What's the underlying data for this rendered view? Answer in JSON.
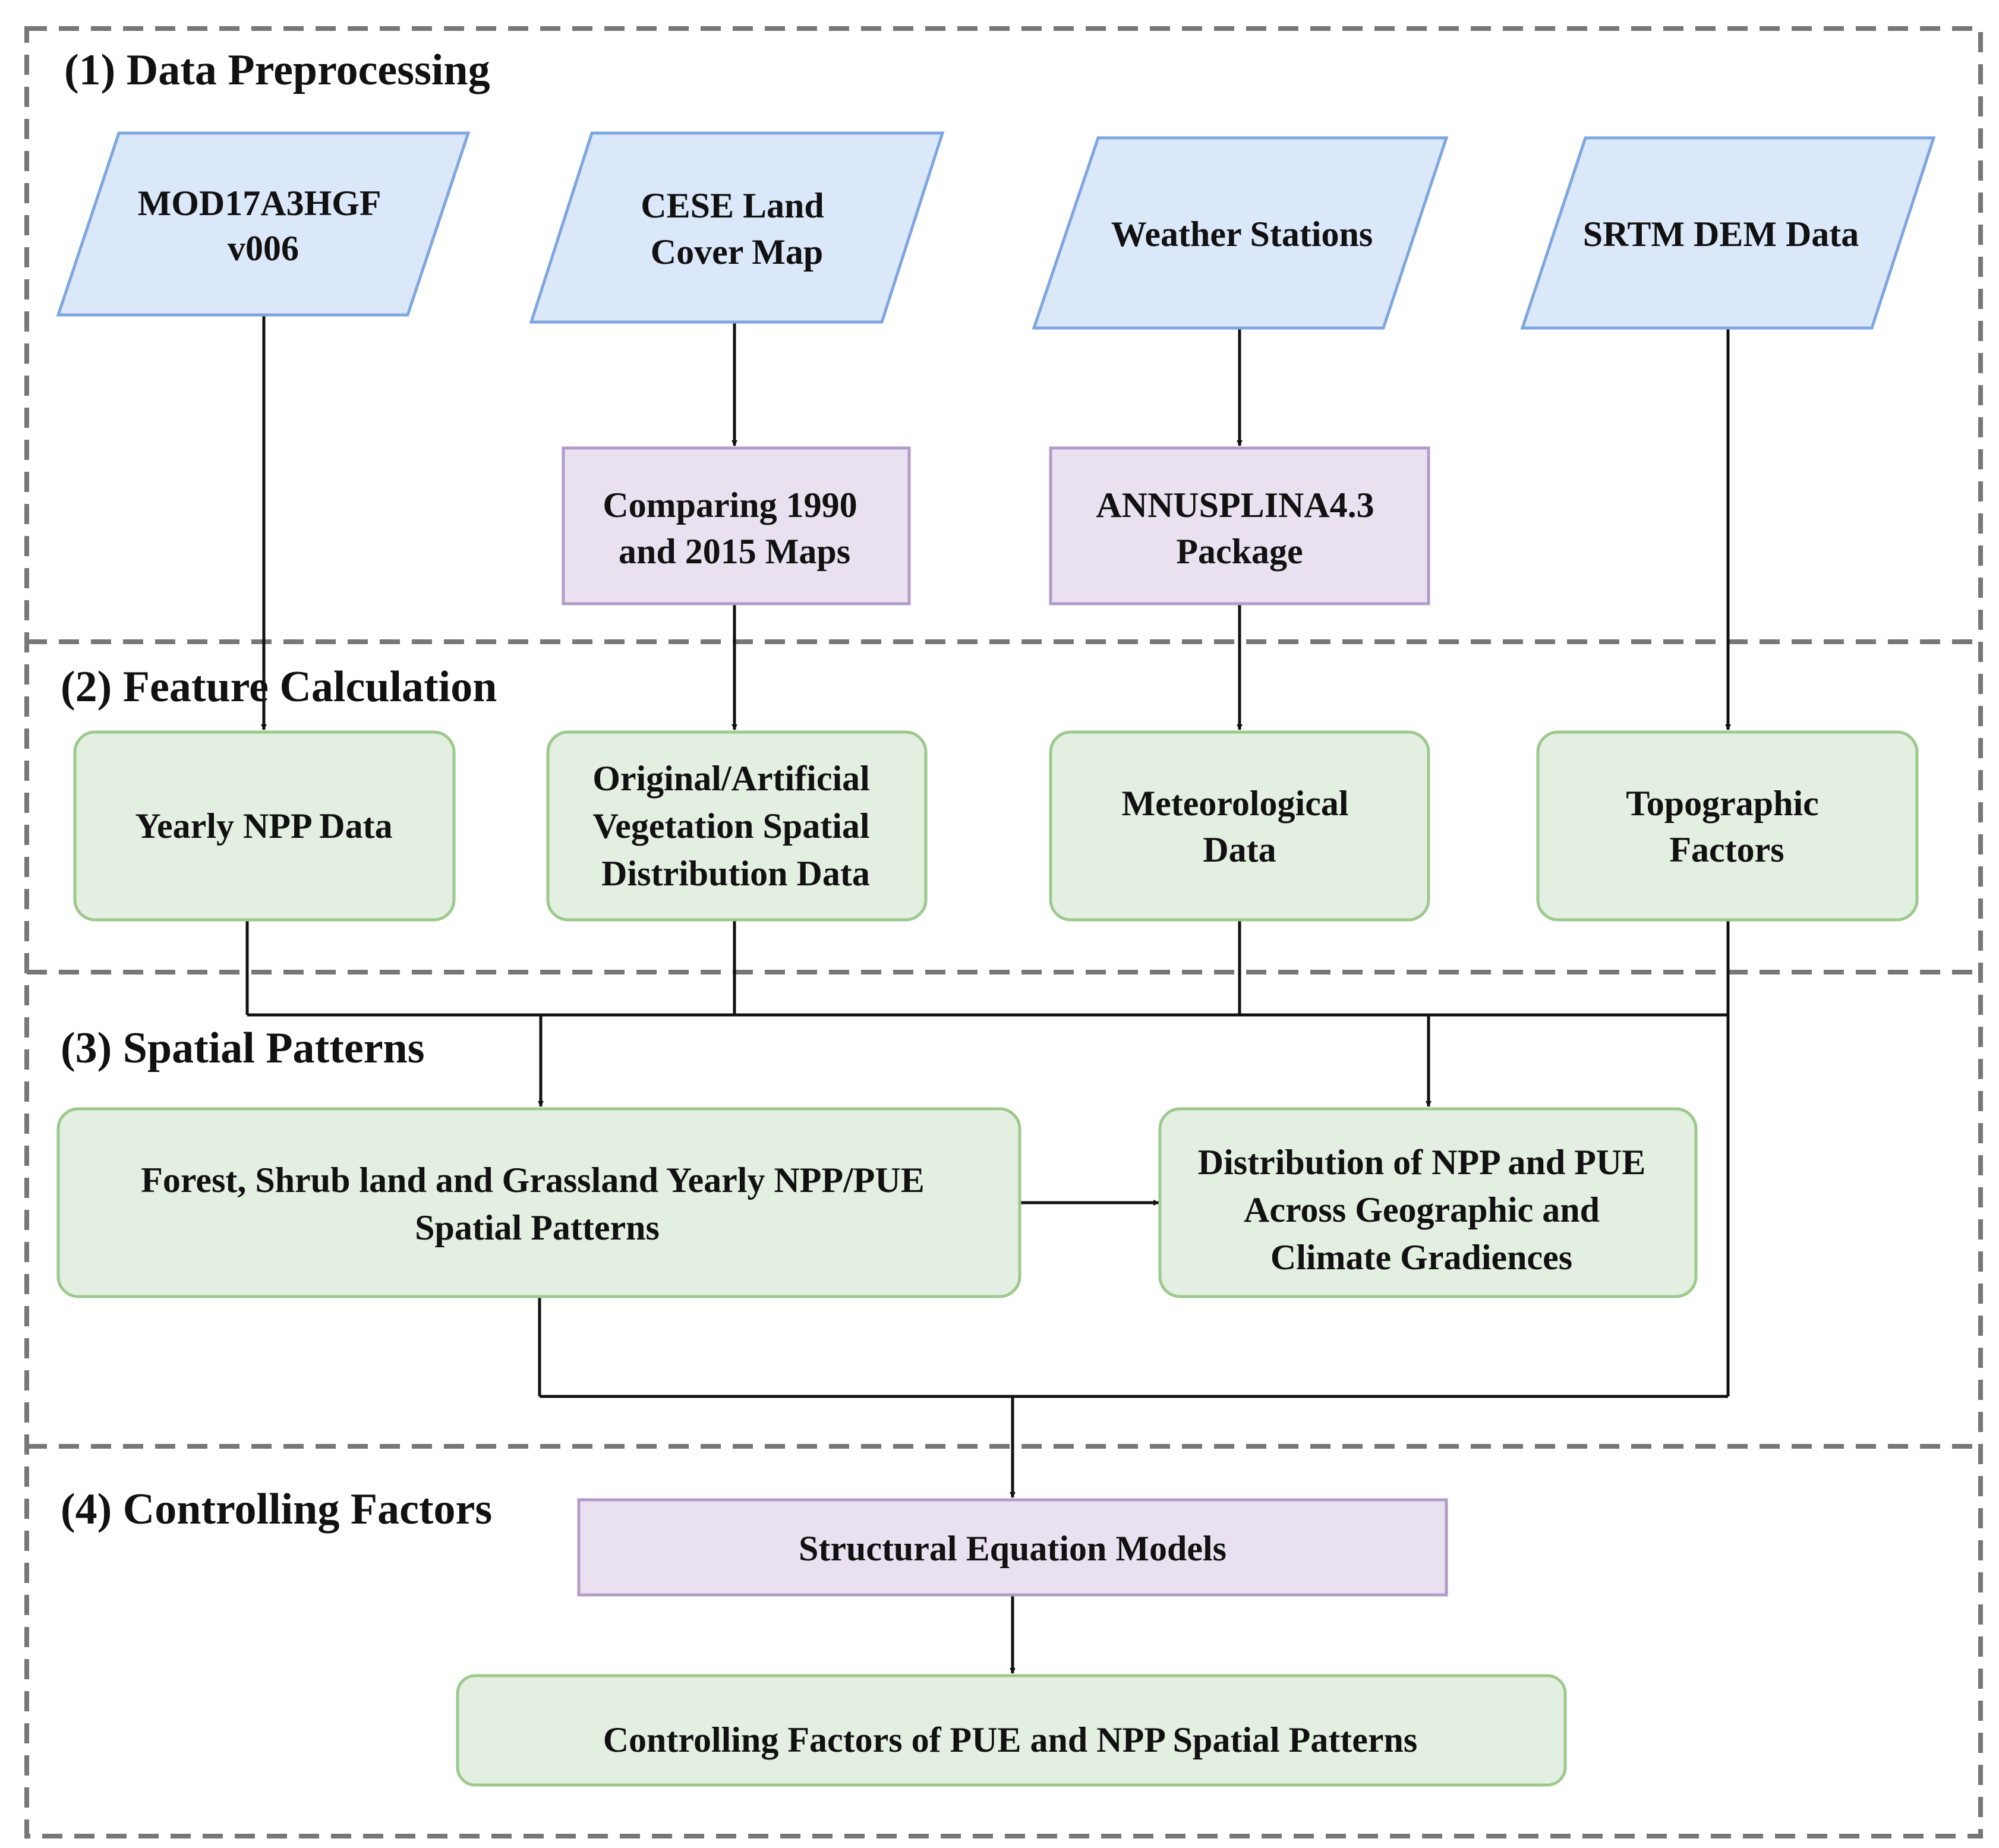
{
  "sections": {
    "s1": "(1) Data Preprocessing",
    "s2": "(2) Feature Calculation",
    "s3": "(3) Spatial Patterns",
    "s4": "(4) Controlling Factors"
  },
  "inputs": {
    "mod17": [
      "MOD17A3HGF",
      "v006"
    ],
    "cese": [
      "CESE Land",
      "Cover Map"
    ],
    "weather": [
      "Weather Stations"
    ],
    "srtm": [
      "SRTM DEM Data"
    ]
  },
  "processes": {
    "compare": [
      "Comparing 1990",
      "and 2015 Maps"
    ],
    "annusplin": [
      "ANNUSPLINA4.3",
      "Package"
    ],
    "sem": [
      "Structural Equation Models"
    ]
  },
  "features": {
    "npp": [
      "Yearly NPP Data"
    ],
    "vegetation": [
      "Original/Artificial",
      "Vegetation Spatial",
      "Distribution Data"
    ],
    "meteo": [
      "Meteorological",
      "Data"
    ],
    "topo": [
      "Topographic",
      "Factors"
    ]
  },
  "patterns": {
    "forest": [
      "Forest, Shrub land and Grassland Yearly NPP/PUE",
      "Spatial Patterns"
    ],
    "distribution": [
      "Distribution of NPP and PUE",
      "Across Geographic and",
      "Climate Gradiences"
    ]
  },
  "outputs": {
    "controlling": [
      "Controlling Factors of PUE and NPP Spatial Patterns"
    ]
  },
  "colors": {
    "input_fill": "#dbe8fa",
    "input_stroke": "#7ea6e0",
    "process_fill": "#e9e1ef",
    "process_stroke": "#b29bc9",
    "feature_fill": "#e3efe0",
    "feature_stroke": "#9dc98e",
    "dash_border": "#777777",
    "connector": "#111111"
  }
}
